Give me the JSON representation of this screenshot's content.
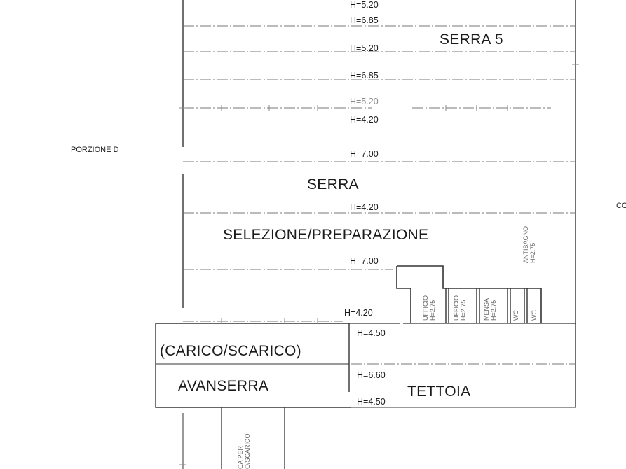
{
  "drawing": {
    "portion_label": "PORZIONE D",
    "right_cut_label": "CO",
    "zones": {
      "serra5": "SERRA 5",
      "serra": "SERRA",
      "selezione": "SELEZIONE/PREPARAZIONE",
      "carico": "(CARICO/SCARICO)",
      "avanserra": "AVANSERRA",
      "tettoia": "TETTOIA"
    },
    "heights": {
      "h520_top": "H=5.20",
      "h685_a": "H=6.85",
      "h520_b": "H=5.20",
      "h685_b": "H=6.85",
      "h520_c": "H=5.20",
      "h420_a": "H=4.20",
      "h700_a": "H=7.00",
      "h420_b": "H=4.20",
      "h700_b": "H=7.00",
      "h420_c": "H=4.20",
      "h450_a": "H=4.50",
      "h660": "H=6.60",
      "h450_b": "H=4.50"
    },
    "rooms": {
      "ufficio1": "UFFICIO",
      "ufficio1_h": "H=2.75",
      "ufficio2": "UFFICIO",
      "ufficio2_h": "H=2.75",
      "mensa": "MENSA",
      "mensa_h": "H=2.75",
      "wc1": "WC",
      "wc2": "WC",
      "antibagno": "ANTIBAGNO",
      "antibagno_h": "H=2.75"
    },
    "bottom_room": {
      "line1": "CA PER",
      "line2": "O/SCARICO"
    }
  }
}
